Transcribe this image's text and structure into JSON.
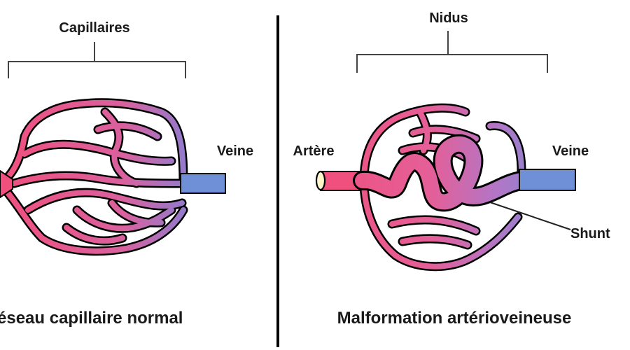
{
  "left_panel": {
    "bracket_label": "Capillaires",
    "vein_label": "Veine",
    "caption": "éseau capillaire normal"
  },
  "right_panel": {
    "bracket_label": "Nidus",
    "artery_label": "Artère",
    "vein_label": "Veine",
    "shunt_label": "Shunt",
    "caption": "Malformation artérioveineuse"
  },
  "colors": {
    "artery": "#f0507e",
    "vein": "#6f8fd6",
    "mix": "#c56ab8",
    "outline": "#000000"
  }
}
